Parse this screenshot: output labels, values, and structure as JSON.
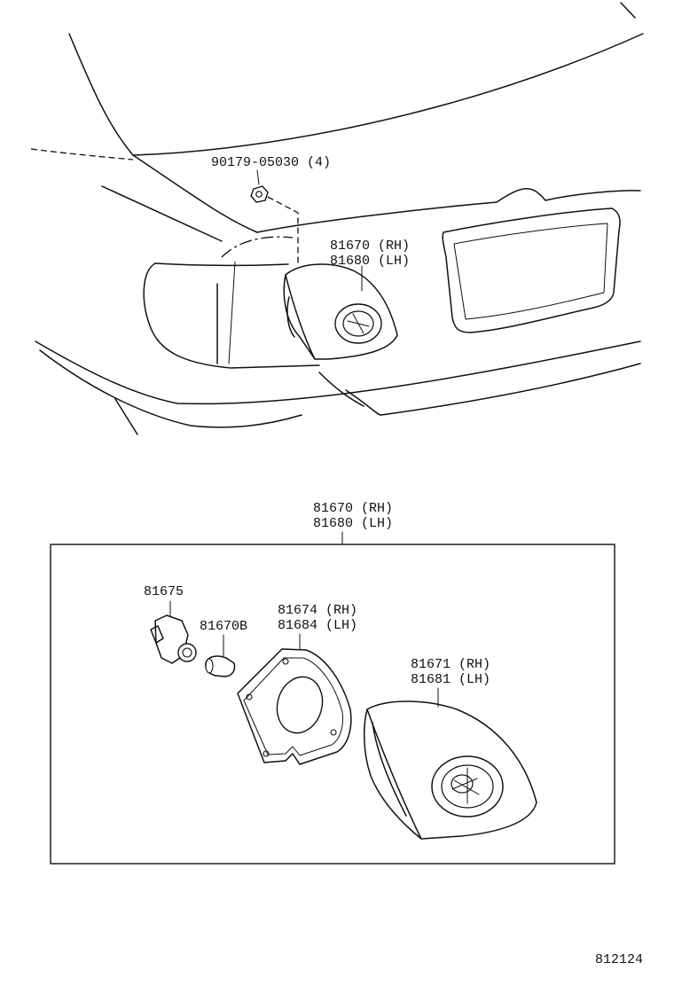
{
  "top_view": {
    "callouts": {
      "nut": "90179-05030 (4)",
      "lamp_rh": "81670 (RH)",
      "lamp_lh": "81680 (LH)"
    }
  },
  "exploded_view": {
    "assembly_rh": "81670 (RH)",
    "assembly_lh": "81680 (LH)",
    "socket": "81675",
    "bulb": "81670B",
    "gasket_rh": "81674 (RH)",
    "gasket_lh": "81684 (LH)",
    "lens_rh": "81671 (RH)",
    "lens_lh": "81681 (LH)"
  },
  "figure_id": "812124"
}
